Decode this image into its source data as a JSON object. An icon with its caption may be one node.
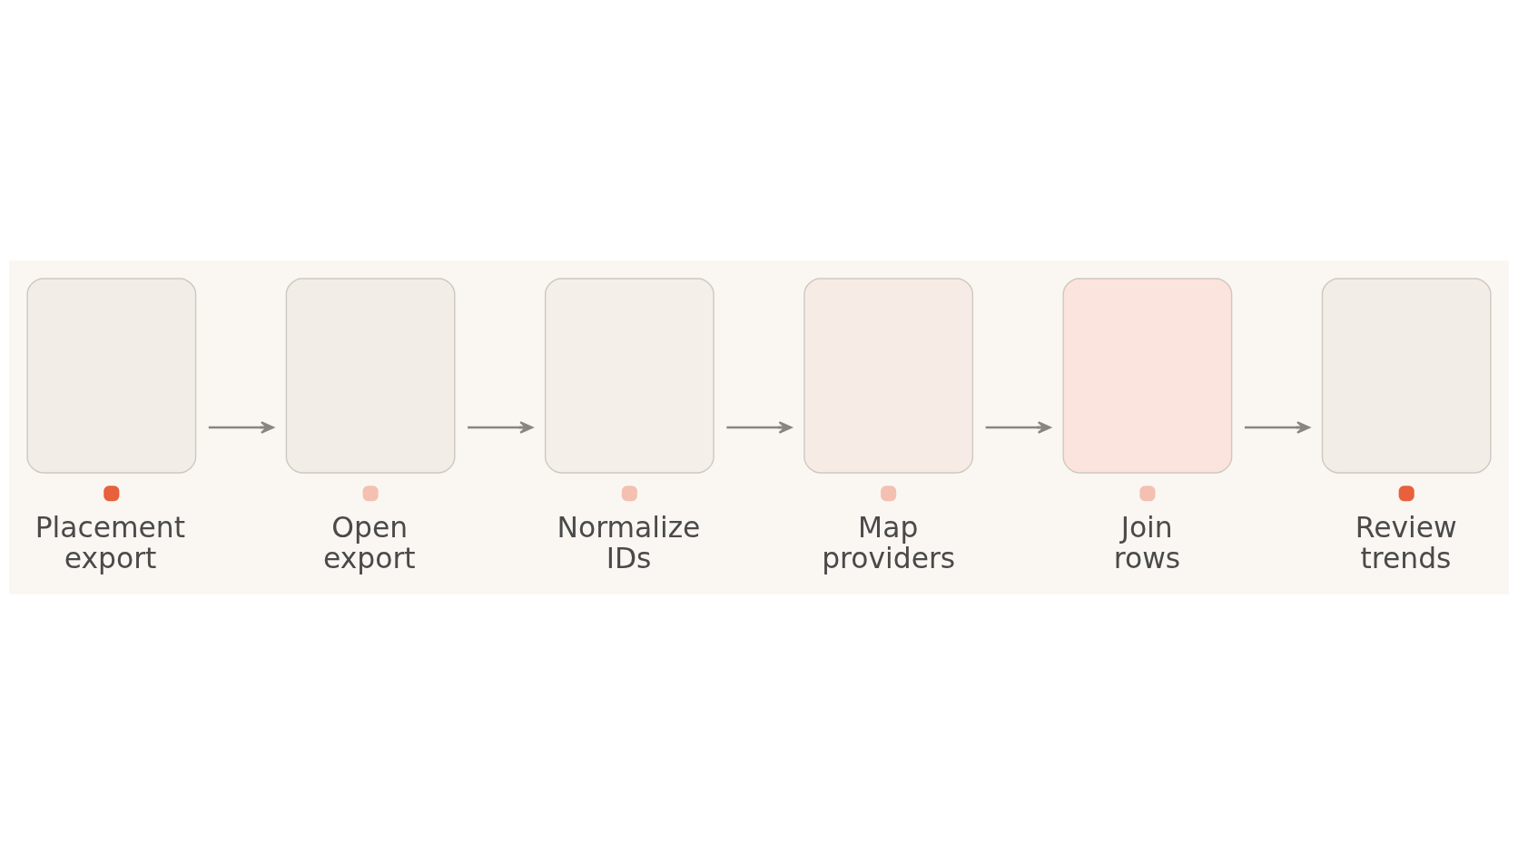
{
  "diagram": {
    "nodes": [
      {
        "text": [
          "Placement export"
        ]
      },
      {
        "text": [
          "Open export"
        ]
      },
      {
        "text": [
          "Normalize IDs"
        ]
      },
      {
        "text": [
          "Map providers"
        ]
      },
      {
        "text": [
          "Join rows"
        ]
      },
      {
        "text": [
          "Review trends"
        ]
      }
    ],
    "edges": [
      {
        "from": 0,
        "to": 1,
        "arrow": "to"
      },
      {
        "from": 1,
        "to": 2,
        "arrow": "to"
      },
      {
        "from": 2,
        "to": 3,
        "arrow": "to"
      },
      {
        "from": 3,
        "to": 4,
        "arrow": "to"
      },
      {
        "from": 4,
        "to": 5,
        "arrow": "to"
      }
    ]
  }
}
